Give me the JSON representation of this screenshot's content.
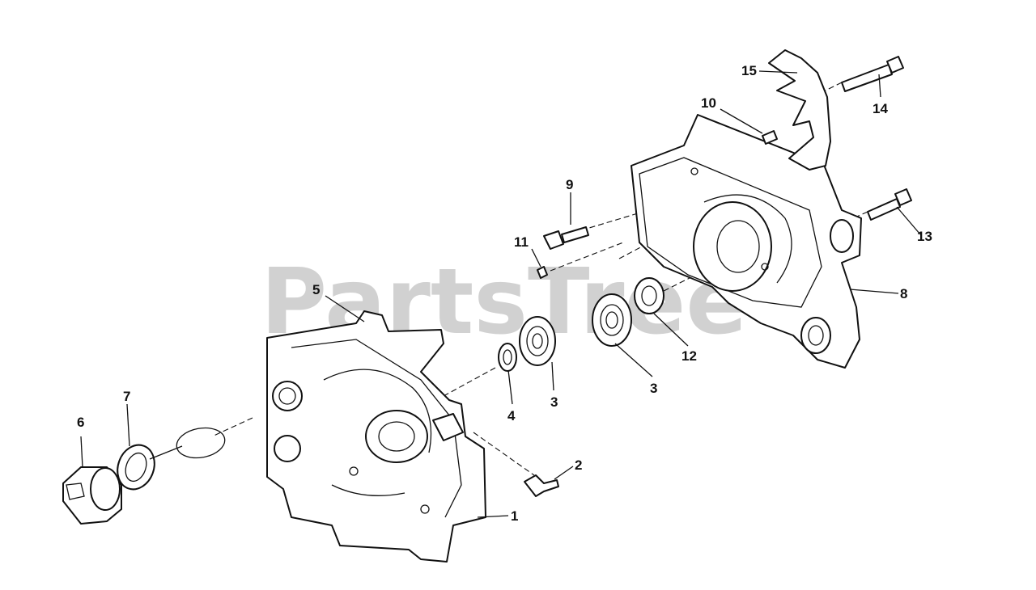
{
  "watermark": "PartsTree",
  "callouts": {
    "p1": "1",
    "p2": "2",
    "p3a": "3",
    "p3b": "3",
    "p4": "4",
    "p5": "5",
    "p6": "6",
    "p7": "7",
    "p8": "8",
    "p9": "9",
    "p10": "10",
    "p11": "11",
    "p12": "12",
    "p13": "13",
    "p14": "14",
    "p15": "15"
  }
}
